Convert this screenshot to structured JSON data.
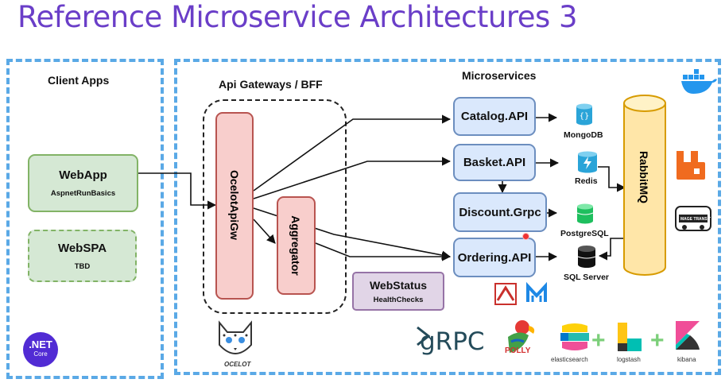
{
  "title": "Reference Microservice Architectures 3",
  "zones": {
    "client_apps": "Client Apps",
    "api_gateways": "Api Gateways / BFF",
    "microservices": "Microservices"
  },
  "clients": {
    "webapp": {
      "name": "WebApp",
      "sub": "AspnetRunBasics"
    },
    "webspa": {
      "name": "WebSPA",
      "sub": "TBD"
    }
  },
  "gateways": {
    "ocelot": "OcelotApiGw",
    "aggregator": "Aggregator"
  },
  "services": {
    "catalog": "Catalog.API",
    "basket": "Basket.API",
    "discount": "Discount.Grpc",
    "ordering": "Ordering.API"
  },
  "databases": {
    "mongodb": "MongoDB",
    "redis": "Redis",
    "postgres": "PostgreSQL",
    "sqlserver": "SQL Server"
  },
  "broker": "RabbitMQ",
  "webstatus": {
    "name": "WebStatus",
    "sub": "HealthChecks"
  },
  "logos": {
    "dotnet": {
      "main": ".NET",
      "sub": "Core"
    },
    "ocelot": "OCELOT",
    "grpc": "gRPC",
    "polly": "POLLY",
    "elasticsearch": "elasticsearch",
    "logstash": "logstash",
    "kibana": "kibana",
    "portainer": "MAGE TRANSIT"
  },
  "colors": {
    "title": "#6a3ec8",
    "zone_border": "#5aa9e6",
    "client_fill": "#d5e8d4",
    "service_fill": "#dae8fc",
    "gateway_fill": "#f8cecc",
    "status_fill": "#e1d5e7",
    "broker_fill": "#ffe6a8"
  }
}
